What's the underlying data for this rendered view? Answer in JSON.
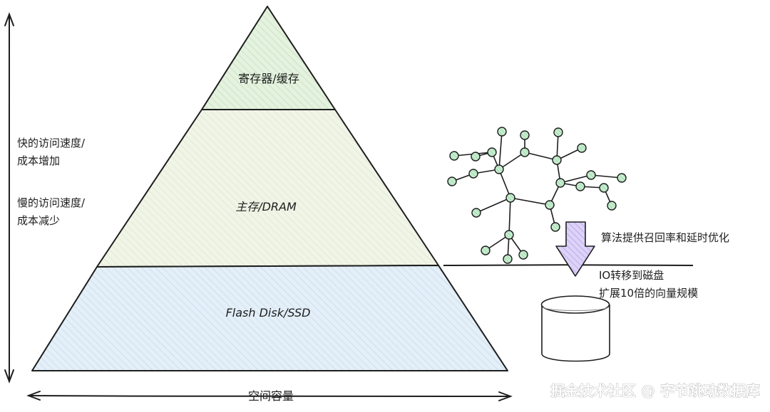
{
  "layers": {
    "top": "寄存器/缓存",
    "middle": "主存/DRAM",
    "bottom": "Flash Disk/SSD"
  },
  "side_labels": {
    "fast_line1": "快的访问速度/",
    "fast_line2": "成本增加",
    "slow_line1": "慢的访问速度/",
    "slow_line2": "成本减少"
  },
  "bottom_axis": "空间容量",
  "annotations": {
    "algorithm": "算法提供召回率和延时优化",
    "io_line1": "IO转移到磁盘",
    "io_line2": "扩展10倍的向量规模"
  },
  "watermark": "掘金技术社区 @ 字节跳动数据库",
  "colors": {
    "top_fill": "#dcefd7",
    "middle_fill": "#eef3e2",
    "bottom_fill": "#dbeaf5",
    "node_fill": "#b4e3bf",
    "arrow_fill": "#c9b8f0",
    "stroke": "#1e1e1e"
  }
}
